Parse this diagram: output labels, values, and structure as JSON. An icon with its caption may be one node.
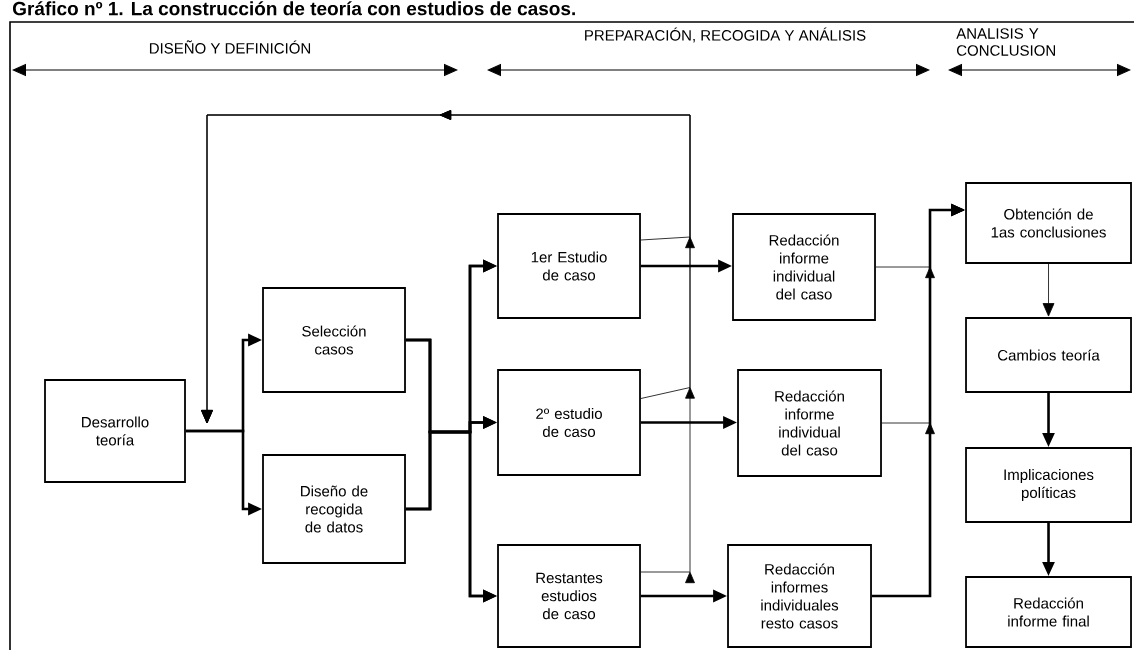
{
  "diagram": {
    "title": "Gráfico nº 1. La construcción de teoría con estudios de casos.",
    "nodes": [
      {
        "text": [
          "Desarrollo teoría"
        ]
      },
      {
        "text": [
          "Selección casos"
        ]
      },
      {
        "text": [
          "Diseño de recogida de datos"
        ]
      },
      {
        "text": [
          "1er Estudio de caso"
        ]
      },
      {
        "text": [
          "2º estudio de caso"
        ]
      },
      {
        "text": [
          "Restantes estudios de caso"
        ]
      },
      {
        "text": [
          "Redacción informe individual del caso"
        ]
      },
      {
        "text": [
          "Redacción informe individual del caso"
        ]
      },
      {
        "text": [
          "Redacción informes individuales resto casos"
        ]
      },
      {
        "text": [
          "Obtención de 1as conclusiones"
        ]
      },
      {
        "text": [
          "Cambios teoría"
        ]
      },
      {
        "text": [
          "Implicaciones políticas"
        ]
      },
      {
        "text": [
          "Redacción informe final"
        ]
      }
    ],
    "edges": [
      {
        "from": 0,
        "to": 1,
        "arrow": "to"
      },
      {
        "from": 0,
        "to": 2,
        "arrow": "to"
      },
      {
        "from": 1,
        "to": 3,
        "arrow": "to"
      },
      {
        "from": 1,
        "to": 4,
        "arrow": "to"
      },
      {
        "from": 1,
        "to": 5,
        "arrow": "to"
      },
      {
        "from": 2,
        "to": 3,
        "arrow": "to"
      },
      {
        "from": 2,
        "to": 4,
        "arrow": "to"
      },
      {
        "from": 2,
        "to": 5,
        "arrow": "to"
      },
      {
        "from": 3,
        "to": 6,
        "arrow": "to"
      },
      {
        "from": 4,
        "to": 7,
        "arrow": "to"
      },
      {
        "from": 5,
        "to": 8,
        "arrow": "to"
      },
      {
        "from": 3,
        "to": null,
        "arrow": "to"
      },
      {
        "from": 4,
        "to": null,
        "arrow": "to"
      },
      {
        "from": 5,
        "to": null,
        "arrow": "to"
      },
      {
        "from": 6,
        "to": 9,
        "arrow": "to"
      },
      {
        "from": 7,
        "to": 9,
        "arrow": "to"
      },
      {
        "from": 8,
        "to": 9,
        "arrow": "to"
      },
      {
        "from": 9,
        "to": 10,
        "arrow": "to"
      },
      {
        "from": 10,
        "to": 11,
        "arrow": "to"
      },
      {
        "from": 11,
        "to": 12,
        "arrow": "to"
      }
    ],
    "labels": [
      "DISEÑO Y DEFINICIÓN",
      "PREPARACIÓN, RECOGIDA Y ANÁLISIS",
      "ANALISIS Y CONCLUSION"
    ]
  }
}
